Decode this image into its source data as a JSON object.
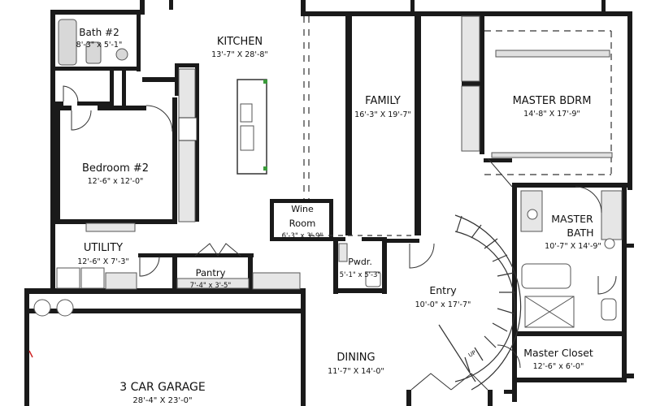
{
  "rooms": {
    "bath2": {
      "name": "Bath #2",
      "dims": "8'-3\" x 5'-1\""
    },
    "kitchen": {
      "name": "KITCHEN",
      "dims": "13'-7\" X 28'-8\""
    },
    "family": {
      "name": "FAMILY",
      "dims": "16'-3\" X 19'-7\""
    },
    "master_bdrm": {
      "name": "MASTER BDRM",
      "dims": "14'-8\" X 17'-9\""
    },
    "bedroom2": {
      "name": "Bedroom #2",
      "dims": "12'-6\" x 12'-0\""
    },
    "wine_room": {
      "name_line1": "Wine",
      "name_line2": "Room",
      "dims": "6'-3\" x 3'-9\""
    },
    "master_bath": {
      "name_line1": "MASTER",
      "name_line2": "BATH",
      "dims": "10'-7\" X 14'-9\""
    },
    "utility": {
      "name": "UTILITY",
      "dims": "12'-6\" X 7'-3\""
    },
    "pantry": {
      "name": "Pantry",
      "dims": "7'-4\" x 3'-5\""
    },
    "pwdr": {
      "name": "Pwdr.",
      "dims": "5'-1\" x 5'-3\""
    },
    "entry": {
      "name": "Entry",
      "dims": "10'-0\" x 17'-7\""
    },
    "dining": {
      "name": "DINING",
      "dims": "11'-7\" X 14'-0\""
    },
    "master_closet": {
      "name": "Master Closet",
      "dims": "12'-6\" x 6'-0\""
    },
    "garage": {
      "name": "3 CAR GARAGE",
      "dims": "28'-4\" X 23'-0\""
    }
  },
  "stair_label": "UP",
  "colors": {
    "wall": "#1a1a1a",
    "fixture_fill": "#d8d8d8",
    "fixture_line": "#555555",
    "green_marker": "#3a9a3a",
    "accent_red": "#cc2222"
  }
}
